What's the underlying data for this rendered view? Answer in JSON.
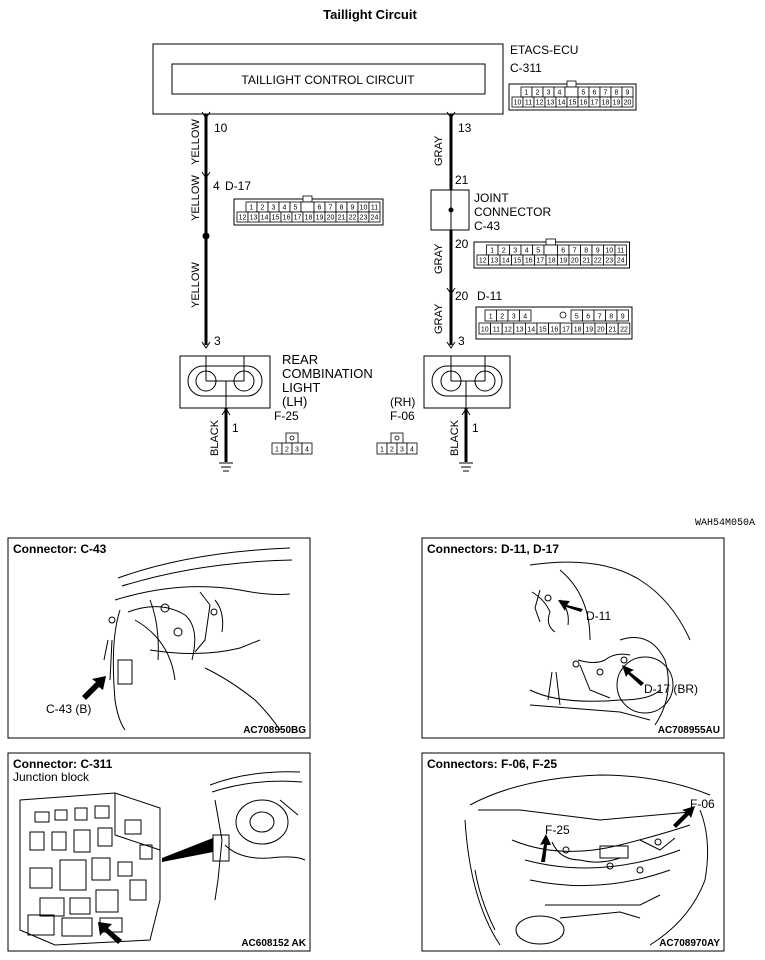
{
  "title": "Taillight Circuit",
  "ecu": {
    "name": "ETACS-ECU",
    "connector": "C-311",
    "inner_label": "TAILLIGHT CONTROL CIRCUIT",
    "pins_row1": [
      "1",
      "2",
      "3",
      "4",
      "",
      "5",
      "6",
      "7",
      "8",
      "9"
    ],
    "pins_row2": [
      "10",
      "11",
      "12",
      "13",
      "14",
      "15",
      "16",
      "17",
      "18",
      "19",
      "20"
    ]
  },
  "left_wire": {
    "pin_top": "10",
    "color_upper": "YELLOW",
    "pin_mid": "4",
    "connector": "D-17",
    "color_mid": "YELLOW",
    "color_lower": "YELLOW",
    "pin_bottom": "3"
  },
  "right_wire": {
    "pin_top": "13",
    "color_upper": "GRAY",
    "pin_joint_in": "21",
    "pin_joint_out": "20",
    "color_mid": "GRAY",
    "pin_d11": "20",
    "connector_d11": "D-11",
    "color_lower": "GRAY",
    "pin_bottom": "3"
  },
  "d17_pins_row1": [
    "1",
    "2",
    "3",
    "4",
    "5",
    "",
    "6",
    "7",
    "8",
    "9",
    "10",
    "11"
  ],
  "d17_pins_row2": [
    "12",
    "13",
    "14",
    "15",
    "16",
    "17",
    "18",
    "19",
    "20",
    "21",
    "22",
    "23",
    "24"
  ],
  "c43_pins_row1": [
    "1",
    "2",
    "3",
    "4",
    "5",
    "",
    "6",
    "7",
    "8",
    "9",
    "10",
    "11"
  ],
  "c43_pins_row2": [
    "12",
    "13",
    "14",
    "15",
    "16",
    "17",
    "18",
    "19",
    "20",
    "21",
    "22",
    "23",
    "24"
  ],
  "d11_pins_row1": [
    "1",
    "2",
    "3",
    "4",
    "5",
    "6",
    "7",
    "8",
    "9"
  ],
  "d11_pins_row2": [
    "10",
    "11",
    "12",
    "13",
    "14",
    "15",
    "16",
    "17",
    "18",
    "19",
    "20",
    "21",
    "22"
  ],
  "joint": {
    "line1": "JOINT",
    "line2": "CONNECTOR",
    "connector": "C-43"
  },
  "lamp_left": {
    "line1": "REAR",
    "line2": "COMBINATION",
    "line3": "LIGHT",
    "line4": "(LH)",
    "connector": "F-25",
    "ground_pin": "1",
    "ground_color": "BLACK"
  },
  "lamp_right": {
    "line1": "(RH)",
    "connector": "F-06",
    "ground_pin": "1",
    "ground_color": "BLACK"
  },
  "f_pins": [
    "1",
    "2",
    "3",
    "4"
  ],
  "figure_code": "WAH54M050A",
  "panels": [
    {
      "title": "Connector: C-43",
      "subtitle": "",
      "callouts": [
        "C-43 (B)"
      ],
      "code": "AC708950BG"
    },
    {
      "title": "Connectors: D-11, D-17",
      "subtitle": "",
      "callouts": [
        "D-11",
        "D-17 (BR)"
      ],
      "code": "AC708955AU"
    },
    {
      "title": "Connector: C-311",
      "subtitle": "Junction block",
      "callouts": [],
      "code": "AC608152 AK"
    },
    {
      "title": "Connectors: F-06, F-25",
      "subtitle": "",
      "callouts": [
        "F-25",
        "F-06"
      ],
      "code": "AC708970AY"
    }
  ],
  "colors": {
    "line": "#000000",
    "background": "#ffffff"
  }
}
